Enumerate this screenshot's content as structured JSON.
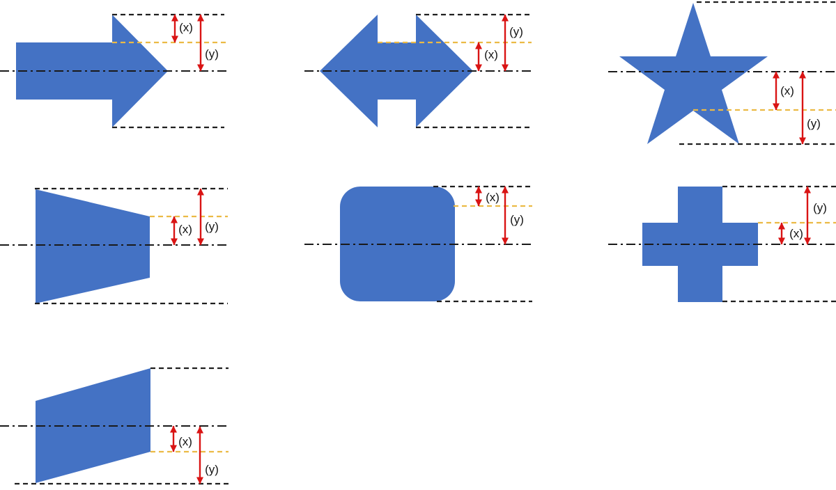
{
  "diagram": {
    "colors": {
      "shape_fill": "#4472C4",
      "guide_line_orange": "#EBBA45",
      "dimension_arrow_red": "#D91414",
      "boundary_line_black": "#1F1F1F"
    },
    "figures": [
      {
        "name": "right-arrow",
        "shape": "block-arrow-right",
        "x_label": "(x)",
        "y_label": "(y)"
      },
      {
        "name": "double-arrow",
        "shape": "block-arrow-left-right",
        "x_label": "(x)",
        "y_label": "(y)"
      },
      {
        "name": "star",
        "shape": "five-point-star",
        "x_label": "(x)",
        "y_label": "(y)"
      },
      {
        "name": "trapezoid",
        "shape": "trapezoid",
        "x_label": "(x)",
        "y_label": "(y)"
      },
      {
        "name": "rounded-square",
        "shape": "rounded-square",
        "x_label": "(x)",
        "y_label": "(y)"
      },
      {
        "name": "cross",
        "shape": "plus-cross",
        "x_label": "(x)",
        "y_label": "(y)"
      },
      {
        "name": "skewed-quad",
        "shape": "skewed-quadrilateral",
        "x_label": "(x)",
        "y_label": "(y)"
      }
    ]
  }
}
